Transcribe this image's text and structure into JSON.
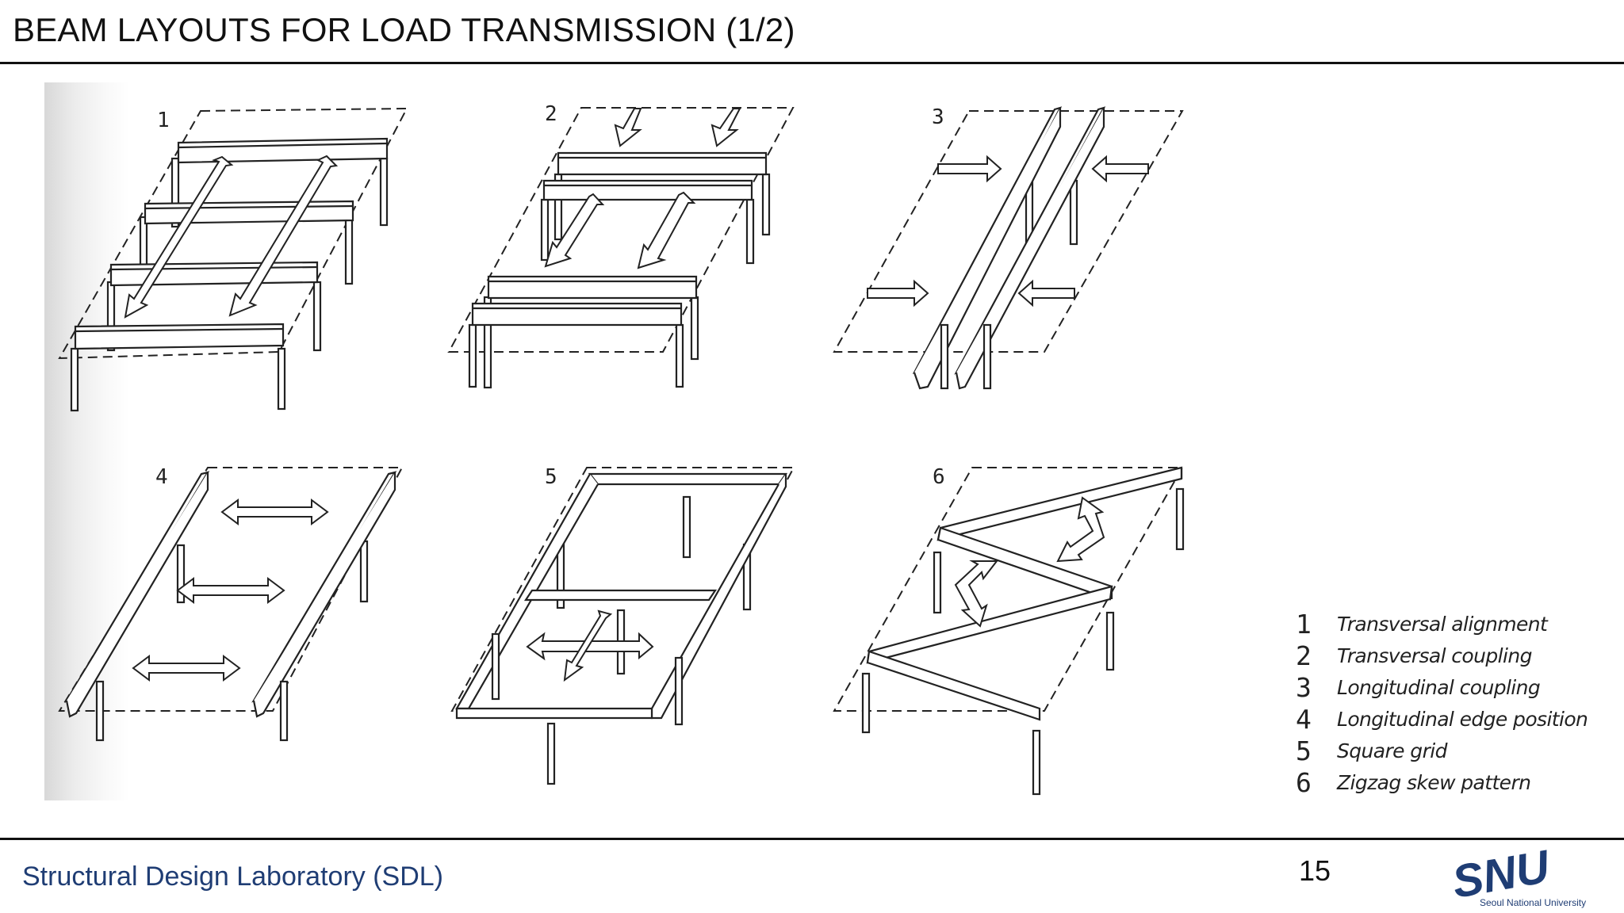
{
  "slide": {
    "title": "BEAM LAYOUTS FOR LOAD TRANSMISSION (1/2)",
    "page_number": "15"
  },
  "panels": [
    {
      "number": "1"
    },
    {
      "number": "2"
    },
    {
      "number": "3"
    },
    {
      "number": "4"
    },
    {
      "number": "5"
    },
    {
      "number": "6"
    }
  ],
  "legend": [
    {
      "number": "1",
      "text": "Transversal alignment"
    },
    {
      "number": "2",
      "text": "Transversal coupling"
    },
    {
      "number": "3",
      "text": "Longitudinal coupling"
    },
    {
      "number": "4",
      "text": "Longitudinal edge position"
    },
    {
      "number": "5",
      "text": "Square grid"
    },
    {
      "number": "6",
      "text": "Zigzag skew pattern"
    }
  ],
  "footer": {
    "organization": "Structural Design Laboratory (SDL)",
    "logo_text": "SNU",
    "logo_subtext": "Seoul National University",
    "logo_color": "#1f3d74"
  }
}
